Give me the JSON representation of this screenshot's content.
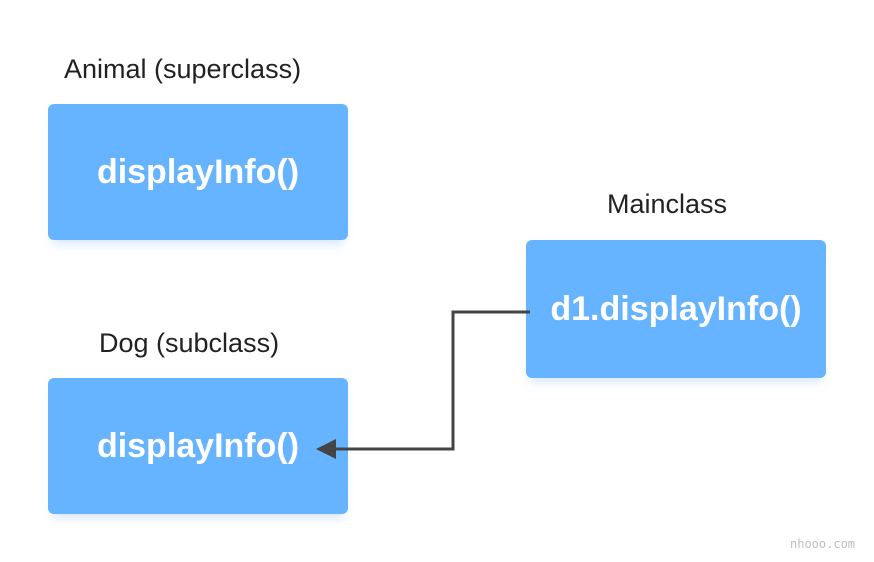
{
  "colors": {
    "box_fill": "#66b3ff",
    "arrow": "#444444"
  },
  "animal": {
    "label": "Animal (superclass)",
    "method": "displayInfo()"
  },
  "dog": {
    "label": "Dog (subclass)",
    "method": "displayInfo()"
  },
  "mainclass": {
    "label": "Mainclass",
    "call": "d1.displayInfo()"
  },
  "watermark": "nhooo.com"
}
